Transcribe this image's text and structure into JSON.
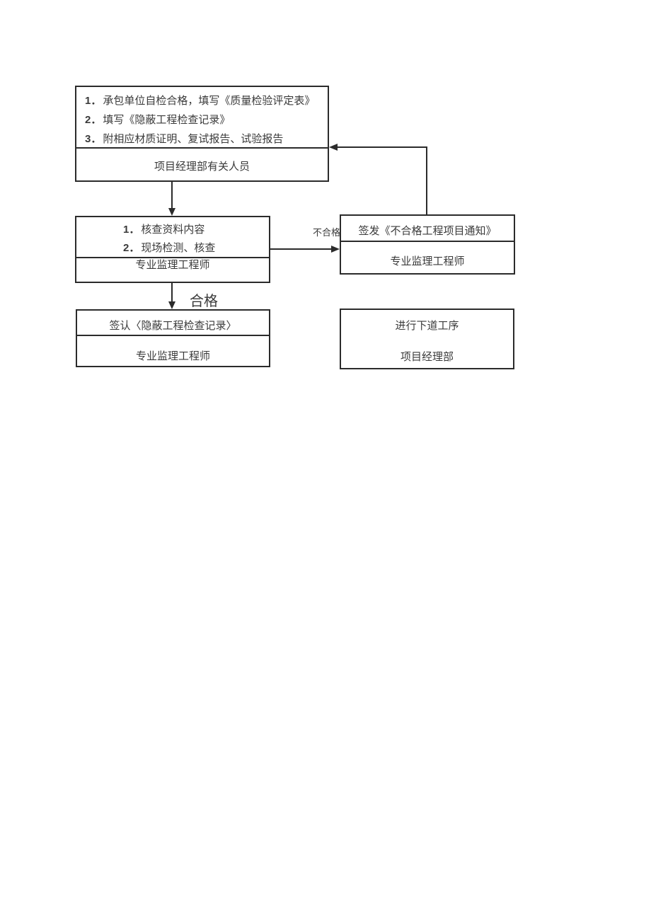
{
  "colors": {
    "line": "#2b2b2b",
    "text": "#3a3a3a",
    "background": "#ffffff"
  },
  "flowchart": {
    "contractor_box": {
      "items": [
        {
          "num": "1．",
          "text": "承包单位自检合格，填写《质量检验评定表》"
        },
        {
          "num": "2．",
          "text": "填写《隐蔽工程检查记录》"
        },
        {
          "num": "3．",
          "text": "附相应材质证明、复试报告、试验报告"
        }
      ],
      "actor": "项目经理部有关人员"
    },
    "review_box": {
      "items": [
        {
          "num": "1．",
          "text": "核查资料内容"
        },
        {
          "num": "2．",
          "text": "现场检测、核查"
        }
      ],
      "actor": "专业监理工程师"
    },
    "notice_box": {
      "title": "签发《不合格工程项目通知》",
      "actor": "专业监理工程师"
    },
    "sign_box": {
      "title": "签认〈隐蔽工程检查记录〉",
      "actor": "专业监理工程师"
    },
    "next_box": {
      "title": "进行下道工序",
      "actor": "项目经理部"
    },
    "labels": {
      "pass": "合格",
      "fail": "不合格"
    }
  }
}
